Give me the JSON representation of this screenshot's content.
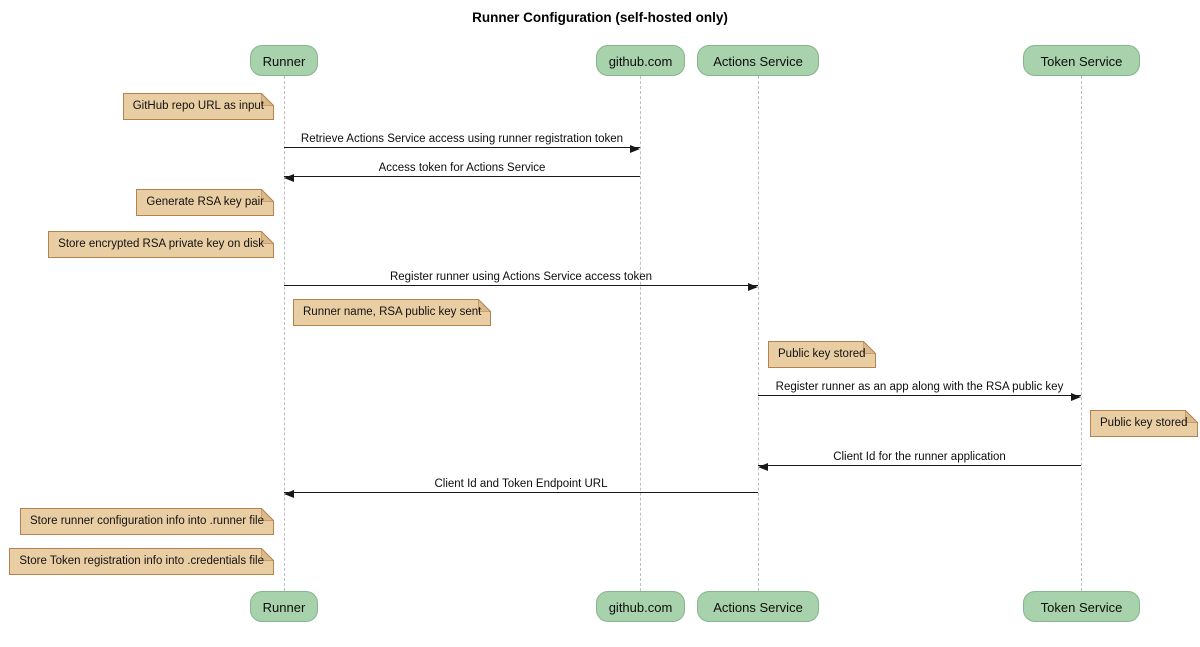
{
  "title": "Runner Configuration (self-hosted only)",
  "participants": [
    {
      "label": "Runner"
    },
    {
      "label": "github.com"
    },
    {
      "label": "Actions Service"
    },
    {
      "label": "Token Service"
    }
  ],
  "notes": [
    {
      "text": "GitHub repo URL as input",
      "over": "Runner"
    },
    {
      "text": "Generate RSA key pair",
      "over": "Runner"
    },
    {
      "text": "Store encrypted RSA private key on disk",
      "over": "Runner"
    },
    {
      "text": "Runner name, RSA public key sent",
      "over": "Runner"
    },
    {
      "text": "Public key stored",
      "over": "Actions Service"
    },
    {
      "text": "Public key stored",
      "over": "Token Service"
    },
    {
      "text": "Store runner configuration info into .runner file",
      "over": "Runner"
    },
    {
      "text": "Store Token registration info into .credentials file",
      "over": "Runner"
    }
  ],
  "messages": [
    {
      "text": "Retrieve Actions Service access using runner registration token",
      "from": "Runner",
      "to": "github.com"
    },
    {
      "text": "Access token for Actions Service",
      "from": "github.com",
      "to": "Runner"
    },
    {
      "text": "Register runner using Actions Service access token",
      "from": "Runner",
      "to": "Actions Service"
    },
    {
      "text": "Register runner as an app along with the RSA public key",
      "from": "Actions Service",
      "to": "Token Service"
    },
    {
      "text": "Client Id for the runner application",
      "from": "Token Service",
      "to": "Actions Service"
    },
    {
      "text": "Client Id and Token Endpoint URL",
      "from": "Actions Service",
      "to": "Runner"
    }
  ],
  "colors": {
    "participant_fill": "#a7d2ab",
    "participant_border": "#84b58b",
    "note_fill": "#e9cda3",
    "note_border": "#b5824f",
    "note_fold": "#dab98c",
    "lifeline": "#bdbdbd",
    "arrow": "#181818",
    "background": "#ffffff"
  }
}
